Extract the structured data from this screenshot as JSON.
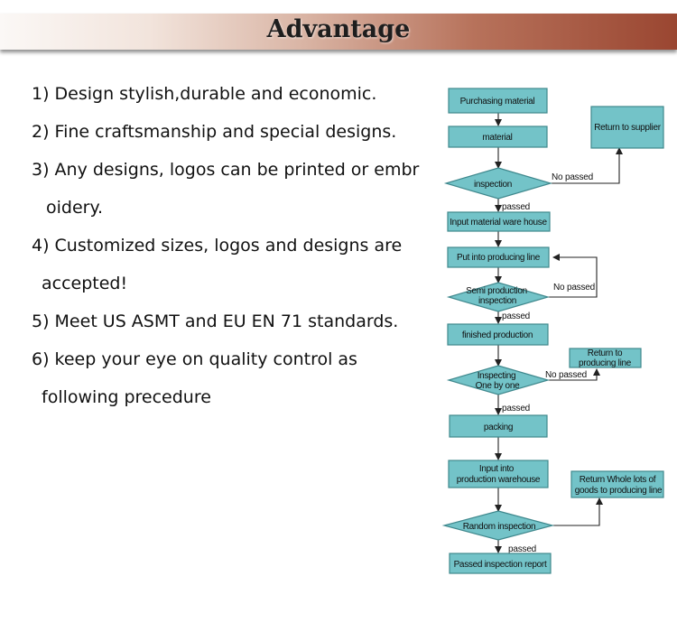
{
  "header": {
    "title": "Advantage"
  },
  "advantages": [
    "1) Design stylish,durable and economic.",
    "2) Fine craftsmanship and special designs.",
    "3) Any designs, logos can be printed or embr",
    "oidery.",
    "4) Customized sizes, logos and designs are",
    "accepted!",
    "5) Meet US ASMT and EU EN 71 standards.",
    "6) keep your eye on quality control as",
    "following precedure"
  ],
  "flowchart": {
    "purchasing_material": "Purchasing material",
    "return_to_supplier": "Return to supplier",
    "material": "material",
    "inspection": "inspection",
    "no_passed_1": "No passed",
    "passed_1": "passed",
    "input_material_warehouse": "Input material ware house",
    "put_into_producing_line": "Put into producing line",
    "semi_production_inspection": [
      "Semi production",
      "inspection"
    ],
    "no_passed_2": "No passed",
    "passed_2": "passed",
    "finished_production": "finished production",
    "return_to_producing_line": [
      "Return to",
      "producing line"
    ],
    "inspecting_one_by_one": [
      "Inspecting",
      "One by one"
    ],
    "no_passed_3": "No passed",
    "passed_3": "passed",
    "packing": "packing",
    "input_into_production_warehouse": [
      "Input into",
      "production warehouse"
    ],
    "return_whole_lots": [
      "Return Whole lots of",
      "goods to producing line"
    ],
    "random_inspection": "Random inspection",
    "passed_4": "passed",
    "passed_inspection_report": "Passed inspection report"
  },
  "colors": {
    "node_fill": "#73c3c8",
    "node_stroke": "#3f888d",
    "banner_end": "#9a4631"
  }
}
